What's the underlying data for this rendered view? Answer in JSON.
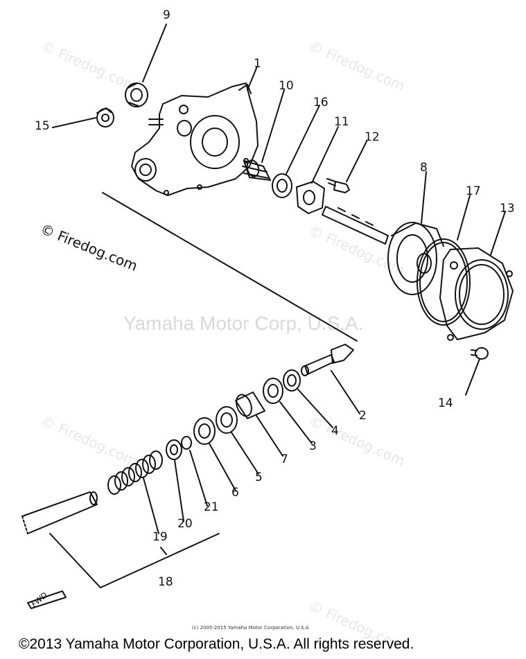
{
  "watermarks": {
    "site": "© Firedog.com",
    "center": "Yamaha Motor Corp, U.S.A."
  },
  "callouts": [
    "1",
    "2",
    "3",
    "4",
    "5",
    "6",
    "7",
    "8",
    "9",
    "10",
    "11",
    "12",
    "13",
    "14",
    "15",
    "16",
    "17",
    "18",
    "19",
    "20",
    "21"
  ],
  "fwd_mark": "FWD",
  "credit_small": "(c) 2005-2015 Yamaha Motor Corporation, U.S.A",
  "footer": "©2013 Yamaha Motor Corporation, U.S.A. All rights reserved."
}
